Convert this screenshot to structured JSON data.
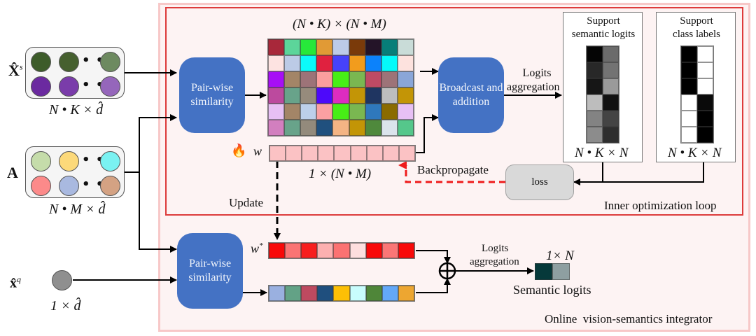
{
  "title": "Online vision-semantics integrator with inner optimization loop",
  "inputs": {
    "support_features": {
      "symbol": "X̂",
      "superscript": "s",
      "dimension": "N • K × d̂",
      "row1_colors": [
        "#3d5c2a",
        "#46602f",
        "#6d8a60"
      ],
      "row2_colors": [
        "#6b2aa0",
        "#7a3caa",
        "#9566bb"
      ]
    },
    "attributes": {
      "symbol": "A",
      "dimension": "N • M × d̂",
      "row1_colors": [
        "#c5dcaa",
        "#fcd97a",
        "#7af2f2"
      ],
      "row2_colors": [
        "#fc8a8a",
        "#a9b9e0",
        "#d4a283"
      ]
    },
    "query_feature": {
      "symbol": "x̂",
      "superscript": "q",
      "dimension": "1 × d̂",
      "color": "#8f8f8f"
    },
    "ellipsis": "• • •"
  },
  "blocks": {
    "pairwise_top": "Pair-wise similarity",
    "broadcast": "Broadcast and addition",
    "pairwise_bottom": "Pair-wise similarity",
    "loss": "loss"
  },
  "similarity_matrix": {
    "dimension": "(N • K) × (N • M)",
    "rows": [
      [
        "#a8283a",
        "#5cd59a",
        "#27e83a",
        "#e19a35",
        "#bccbe8",
        "#7a3a0a",
        "#241428",
        "#077e79",
        "#c9dcd8"
      ],
      [
        "#fde3e1",
        "#bccbe6",
        "#0cfafa",
        "#e0213f",
        "#4642fa",
        "#f29c1d",
        "#0c82fb",
        "#05fafa",
        "#fde2de"
      ],
      [
        "#a70ff5",
        "#a38567",
        "#9d7378",
        "#fb9e9e",
        "#47ee16",
        "#7ab751",
        "#be4a64",
        "#9d7378",
        "#8aa6d8"
      ],
      [
        "#bc4a9e",
        "#68a38a",
        "#968b7c",
        "#4d09fa",
        "#dd2cc0",
        "#c39506",
        "#1f3561",
        "#bdbdbd",
        "#c39506"
      ],
      [
        "#e7c0f4",
        "#a38567",
        "#bccfea",
        "#fba0a2",
        "#47ee16",
        "#7ab751",
        "#2f78bc",
        "#8a6b00",
        "#e7c0f4"
      ],
      [
        "#d27fbf",
        "#68a38a",
        "#938a7c",
        "#20507e",
        "#f4b484",
        "#c39506",
        "#4f893c",
        "#dbe4ec",
        "#55c78b"
      ]
    ]
  },
  "weight_vector": {
    "symbol": "w",
    "dimension": "1 × (N • M)",
    "color": "#fbc2c4",
    "count": 9,
    "trainable_icon": "flame-icon"
  },
  "support_logits_panel": {
    "title_line1": "Support",
    "title_line2": "semantic logits",
    "dimension": "N • K × N",
    "cells": [
      [
        "#050505",
        "#6b6b6b"
      ],
      [
        "#282828",
        "#737373"
      ],
      [
        "#161616",
        "#9a9a9a"
      ],
      [
        "#bdbdbd",
        "#111111"
      ],
      [
        "#838383",
        "#444444"
      ],
      [
        "#8c8c8c",
        "#2e2e2e"
      ]
    ]
  },
  "support_labels_panel": {
    "title_line1": "Support",
    "title_line2": "class labels",
    "dimension": "N • K × N",
    "cells": [
      [
        "#000000",
        "#ffffff"
      ],
      [
        "#000000",
        "#ffffff"
      ],
      [
        "#000000",
        "#ffffff"
      ],
      [
        "#ffffff",
        "#0a0a0a"
      ],
      [
        "#ffffff",
        "#000000"
      ],
      [
        "#ffffff",
        "#000000"
      ]
    ]
  },
  "annotations": {
    "logits_aggregation_top_line1": "Logits",
    "logits_aggregation_top_line2": "aggregation",
    "backpropagate": "Backpropagate",
    "update": "Update",
    "inner_loop": "Inner optimization loop",
    "integrator": "Online  vision-semantics integrator",
    "logits_aggregation_bottom_line1": "Logits",
    "logits_aggregation_bottom_line2": "aggregation",
    "semantic_logits": "Semantic logits",
    "output_dimension": "1× N"
  },
  "optimized_weight_vector": {
    "symbol": "w",
    "superscript": "*",
    "colors": [
      "#f80808",
      "#fa7474",
      "#f81e1e",
      "#fcb0b0",
      "#fb7272",
      "#fddede",
      "#f80808",
      "#fa7676",
      "#f80808"
    ]
  },
  "query_similarity_vector": {
    "colors": [
      "#9ab0e0",
      "#63a286",
      "#be4a60",
      "#1f4f7e",
      "#fcbf05",
      "#c8fcfc",
      "#4f8639",
      "#63a8f8",
      "#eda631"
    ]
  },
  "output_logits": {
    "colors": [
      "#06393a",
      "#8e9fa1"
    ]
  },
  "colors": {
    "block_blue": "#4472c4",
    "inner_loop_border": "#dd3b3b",
    "outer_border": "#f7c8c8",
    "backprop_arrow": "#ee1c1c"
  }
}
